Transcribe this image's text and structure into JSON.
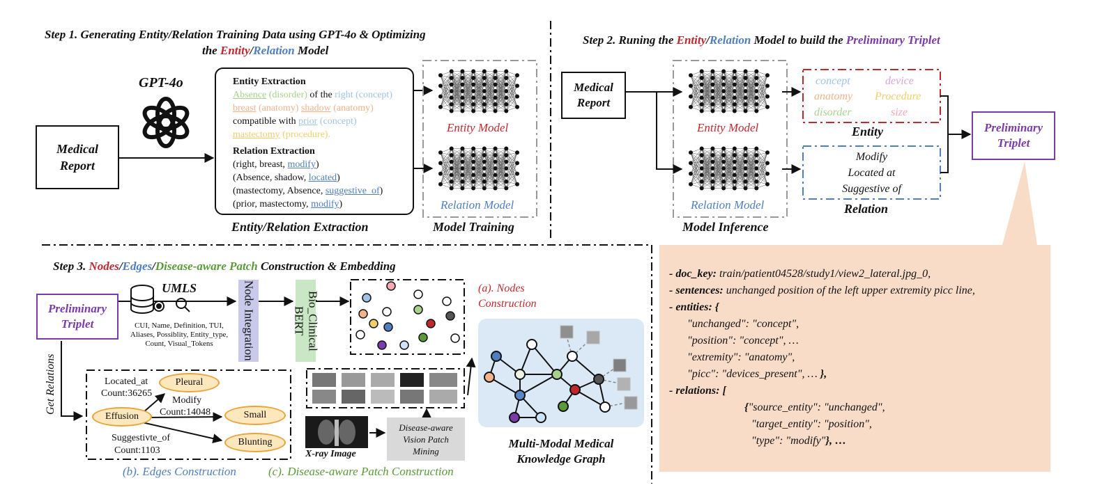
{
  "step1": {
    "title_part1": "Step 1. Generating Entity/Relation Training Data using GPT-4o & Optimizing",
    "title_part2_pre": "the ",
    "title_entity": "Entity",
    "title_slash": "/",
    "title_relation": "Relation",
    "title_model": " Model",
    "gpt_label": "GPT-4o",
    "medical_report": [
      "Medical",
      "Report"
    ],
    "entity_extraction_heading": "Entity Extraction",
    "relation_extraction_heading": "Relation Extraction",
    "entity_text": {
      "absence": "Absence",
      "disorder": "(disorder)",
      "of_the": "of the",
      "right": "right",
      "concept1": "(concept)",
      "breast": "breast",
      "anatomy1": "(anatomy)",
      "shadow": "shadow",
      "anatomy2": "(anatomy)",
      "compatible_with": "compatible with",
      "prior": "prior",
      "concept2": "(concept)",
      "mastectomy": "mastectomy",
      "procedure": "(procedure)."
    },
    "relations": [
      {
        "pre": "(right, breast, ",
        "rel": "modify",
        "post": ")"
      },
      {
        "pre": "(Absence, shadow, ",
        "rel": "located",
        "post": ")"
      },
      {
        "pre": "(mastectomy, Absence, ",
        "rel": "suggestive_of",
        "post": ")"
      },
      {
        "pre": "(prior, mastectomy, ",
        "rel": "modify",
        "post": ")"
      }
    ],
    "extraction_caption": "Entity/Relation Extraction",
    "entity_model": "Entity Model",
    "relation_model": "Relation Model",
    "training_caption": "Model Training"
  },
  "step2": {
    "title_pre": "Step 2. Runing the ",
    "title_entity": "Entity",
    "title_slash": "/",
    "title_relation": "Relation",
    "title_mid": " Model to build the ",
    "title_triplet": "Preliminary Triplet",
    "medical_report": [
      "Medical",
      "Report"
    ],
    "entity_model": "Entity Model",
    "relation_model": "Relation Model",
    "inference_caption": "Model Inference",
    "entity_types": [
      {
        "label": "concept",
        "color": "#9ec3e6"
      },
      {
        "label": "device",
        "color": "#d9a3d9"
      },
      {
        "label": "anatomy",
        "color": "#f2b38a"
      },
      {
        "label": "Procedure",
        "color": "#f0cf6a"
      },
      {
        "label": "disorder",
        "color": "#a9d18e"
      },
      {
        "label": "size",
        "color": "#f4a9b3"
      }
    ],
    "entity_caption": "Entity",
    "relation_types": [
      "Modify",
      "Located at",
      "Suggestive of"
    ],
    "relation_caption": "Relation",
    "preliminary_triplet": [
      "Preliminary",
      "Triplet"
    ]
  },
  "step3": {
    "title_pre": "Step 3. ",
    "title_nodes": "Nodes",
    "title_slash1": "/",
    "title_edges": "Edges",
    "title_slash2": "/",
    "title_patch": "Disease-aware Patch",
    "title_post": " Construction & Embedding",
    "preliminary_triplet": [
      "Preliminary",
      "Triplet"
    ],
    "umls": "UMLS",
    "umls_fields": [
      "CUI, Name, Definition, TUI,",
      "Aliases, Possiblity, Entity_type,",
      "Count, Visual_Tokens"
    ],
    "node_integration": "Node Integration",
    "bio_bert": "Bio_Clinical BERT",
    "nodes_caption": [
      "(a). Nodes",
      "Construction"
    ],
    "get_relations": "Get Relations",
    "edges": {
      "effusion": "Effusion",
      "pleural": "Pleural",
      "small": "Small",
      "blunting": "Blunting",
      "located_at": "Located_at",
      "located_count": "Count:36265",
      "modify": "Modify",
      "modify_count": "Count:14048",
      "suggestive": "Suggestivte_of",
      "suggestive_count": "Count:1103"
    },
    "edges_caption": "(b). Edges Construction",
    "xray_label": "X-ray Image",
    "patch_mining": [
      "Disease-aware",
      "Vision Patch",
      "Mining"
    ],
    "patch_caption": "(c). Disease-aware Patch Construction",
    "graph_caption": [
      "Multi-Modal Medical",
      "Knowledge Graph"
    ]
  },
  "example": {
    "doc_key_label": "- doc_key:",
    "doc_key_value": " train/patient04528/study1/view2_lateral.jpg_0,",
    "sentences_label": "- sentences:",
    "sentences_value": " unchanged position of the left upper extremity picc line,",
    "entities_label": "- entities: {",
    "entity_lines": [
      "\"unchanged\": \"concept\",",
      "\"position\": \"concept\", …",
      "\"extremity\": \"anatomy\","
    ],
    "entity_last": "\"picc\": \"devices_present\", … ",
    "entity_close": "},",
    "relations_label": "- relations: [",
    "rel_open": "{",
    "rel_line1": "\"source_entity\": \"unchanged\",",
    "rel_line2": "\"target_entity\": \"position\",",
    "rel_line3": "\"type\": \"modify\"",
    "rel_close": "}, …"
  },
  "colors": {
    "entity_red": "#c0282e",
    "relation_blue": "#4f7fbf",
    "triplet_purple": "#7b3aa8",
    "patch_green": "#5a9a3a",
    "example_bg": "#f8dcc8",
    "graph_bg": "#dbe9f6",
    "node_integration_bg": "#c9c9ec",
    "bert_bg": "#c9e7c4"
  }
}
